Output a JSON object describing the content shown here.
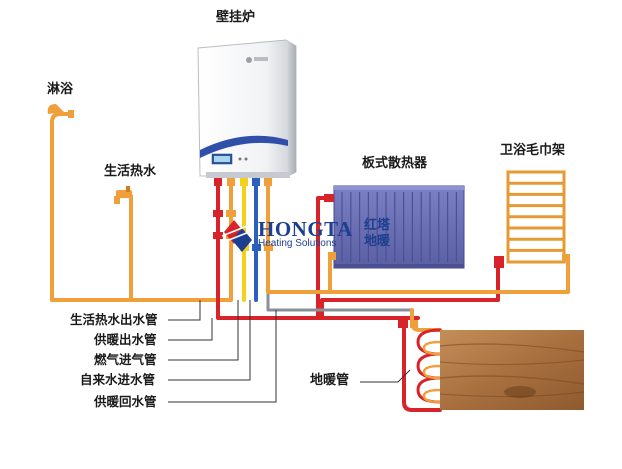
{
  "title": "壁挂炉",
  "labels": {
    "shower": "淋浴",
    "hot_water": "生活热水",
    "radiator": "板式散热器",
    "towel_rack": "卫浴毛巾架",
    "floor_heating": "地暖管"
  },
  "pipe_legend": [
    "生活热水出水管",
    "供暖出水管",
    "燃气进气管",
    "自来水进水管",
    "供暖回水管"
  ],
  "watermark": {
    "brand": "HONGTA",
    "tagline": "Heating Solutions",
    "cn_line1": "红塔",
    "cn_line2": "地暖"
  },
  "colors": {
    "pipe_hot_water": "#f0a03a",
    "pipe_supply": "#d9232a",
    "pipe_gas": "#f2d21b",
    "pipe_cold_water": "#2a5fc0",
    "pipe_return": "#8a8f98",
    "radiator": "#6c72b8",
    "floor_wood": "#b07b4a"
  }
}
